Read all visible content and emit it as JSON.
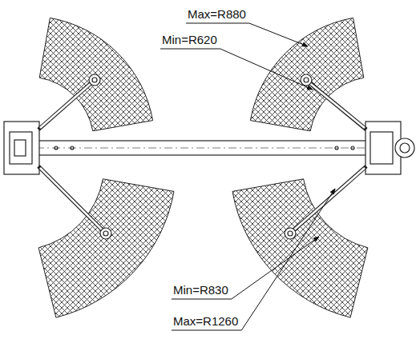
{
  "diagram": {
    "labels": [
      "Max=R880",
      "Min=R620",
      "Min=R830",
      "Max=R1260"
    ]
  }
}
